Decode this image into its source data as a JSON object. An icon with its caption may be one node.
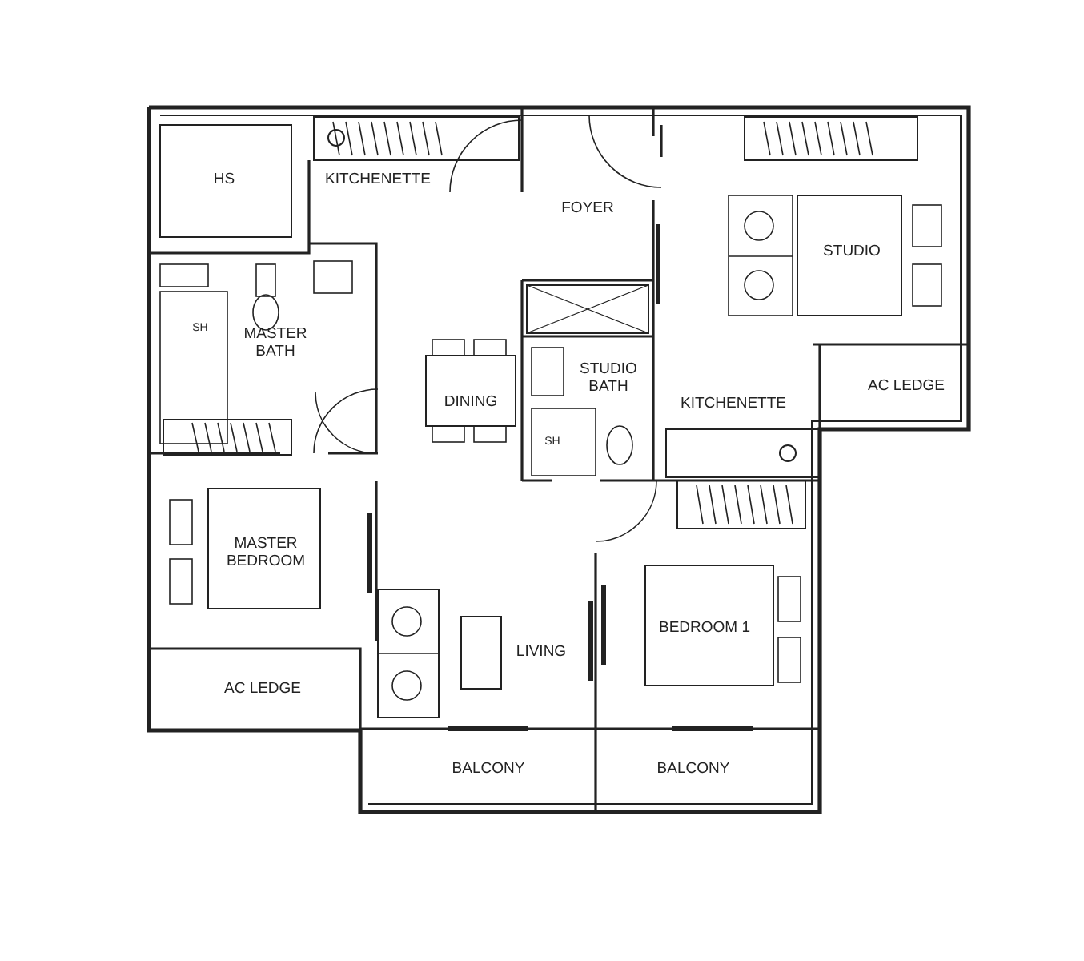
{
  "diagram": {
    "labels": [
      "HS",
      "KITCHENETTE",
      "FOYER",
      "STUDIO",
      "SH",
      "MASTER BATH",
      "DINING",
      "STUDIO BATH",
      "KITCHENETTE",
      "AC LEDGE",
      "SH",
      "MASTER BEDROOM",
      "BEDROOM 1",
      "LIVING",
      "AC LEDGE",
      "BALCONY",
      "BALCONY"
    ]
  }
}
